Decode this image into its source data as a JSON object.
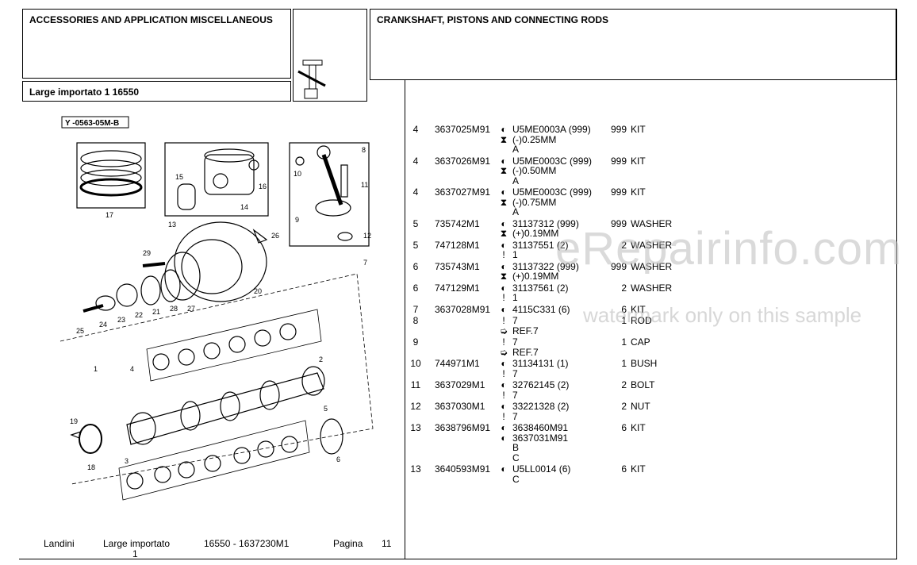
{
  "header": {
    "left_title": "ACCESSORIES AND APPLICATION MISCELLANEOUS",
    "right_title": "CRANKSHAFT, PISTONS AND CONNECTING RODS",
    "subtitle": "Large importato 1 16550"
  },
  "diagram": {
    "ref_code": "Y -0563-05M-B",
    "callouts": [
      "1",
      "2",
      "3",
      "4",
      "5",
      "6",
      "7",
      "8",
      "9",
      "10",
      "11",
      "12",
      "13",
      "14",
      "15",
      "16",
      "17",
      "18",
      "19",
      "20",
      "21",
      "22",
      "23",
      "24",
      "25",
      "26",
      "27",
      "28",
      "29"
    ]
  },
  "parts": [
    {
      "item": "4",
      "pn": "3637025M91",
      "syms": [
        "◐",
        "⧗"
      ],
      "desc": [
        "U5ME0003A (999)",
        "(-)0.25MM",
        "A"
      ],
      "qty": "999",
      "name": "KIT"
    },
    {
      "item": "4",
      "pn": "3637026M91",
      "syms": [
        "◐",
        "⧗"
      ],
      "desc": [
        "U5ME0003C (999)",
        "(-)0.50MM",
        "A"
      ],
      "qty": "999",
      "name": "KIT"
    },
    {
      "item": "4",
      "pn": "3637027M91",
      "syms": [
        "◐",
        "⧗"
      ],
      "desc": [
        "U5ME0003C (999)",
        "(-)0.75MM",
        "A"
      ],
      "qty": "999",
      "name": "KIT"
    },
    {
      "item": "5",
      "pn": "735742M1",
      "syms": [
        "◐",
        "⧗"
      ],
      "desc": [
        "31137312 (999)",
        "(+)0.19MM"
      ],
      "qty": "999",
      "name": "WASHER"
    },
    {
      "item": "5",
      "pn": "747128M1",
      "syms": [
        "◐",
        "!"
      ],
      "desc": [
        "31137551 (2)",
        "1"
      ],
      "qty": "2",
      "name": "WASHER"
    },
    {
      "item": "6",
      "pn": "735743M1",
      "syms": [
        "◐",
        "⧗"
      ],
      "desc": [
        "31137322 (999)",
        "(+)0.19MM"
      ],
      "qty": "999",
      "name": "WASHER"
    },
    {
      "item": "6",
      "pn": "747129M1",
      "syms": [
        "◐",
        "!"
      ],
      "desc": [
        "31137561 (2)",
        "1"
      ],
      "qty": "2",
      "name": "WASHER"
    },
    {
      "item": "7",
      "pn": "3637028M91",
      "syms": [
        "◐"
      ],
      "desc": [
        "4115C331 (6)"
      ],
      "qty": "6",
      "name": "KIT"
    },
    {
      "item": "8",
      "pn": "",
      "syms": [
        "!",
        "➭"
      ],
      "desc": [
        "7",
        "REF.7"
      ],
      "qty": "1",
      "name": "ROD"
    },
    {
      "item": "9",
      "pn": "",
      "syms": [
        "!",
        "➭"
      ],
      "desc": [
        "7",
        "REF.7"
      ],
      "qty": "1",
      "name": "CAP"
    },
    {
      "item": "10",
      "pn": "744971M1",
      "syms": [
        "◐",
        "!"
      ],
      "desc": [
        "31134131 (1)",
        "7"
      ],
      "qty": "1",
      "name": "BUSH"
    },
    {
      "item": "11",
      "pn": "3637029M1",
      "syms": [
        "◐",
        "!"
      ],
      "desc": [
        "32762145 (2)",
        "7"
      ],
      "qty": "2",
      "name": "BOLT"
    },
    {
      "item": "12",
      "pn": "3637030M1",
      "syms": [
        "◐",
        "!"
      ],
      "desc": [
        "33221328 (2)",
        "7"
      ],
      "qty": "2",
      "name": "NUT"
    },
    {
      "item": "13",
      "pn": "3638796M91",
      "syms": [
        "◐",
        "◐"
      ],
      "desc": [
        "3638460M91",
        "3637031M91",
        "B",
        "C"
      ],
      "qty": "6",
      "name": "KIT"
    },
    {
      "item": "13",
      "pn": "3640593M91",
      "syms": [
        "◐"
      ],
      "desc": [
        "U5LL0014 (6)",
        "C"
      ],
      "qty": "6",
      "name": "KIT"
    }
  ],
  "footer": {
    "brand": "Landini",
    "model": "Large importato",
    "model_sub": "1",
    "code": "16550 - 1637230M1",
    "page_label": "Pagina",
    "page_num": "11"
  },
  "watermark": {
    "main": "eRepairinfo.com",
    "sub": "watermark only on this sample"
  }
}
